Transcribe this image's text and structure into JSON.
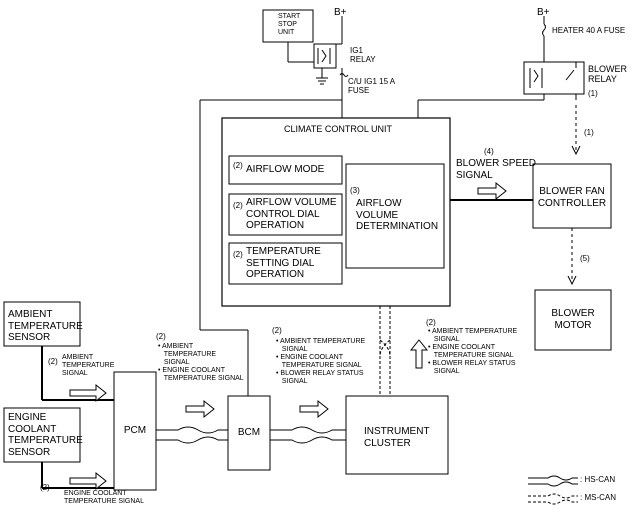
{
  "power": {
    "b_plus": "B+"
  },
  "start_stop_unit": "START\nSTOP\nUNIT",
  "ig1_relay": "IG1\nRELAY",
  "cu_fuse": "C/U IG1 15 A\nFUSE",
  "heater_fuse": "HEATER 40 A FUSE",
  "blower_relay": "BLOWER\nRELAY",
  "steps": {
    "one": "(1)",
    "two": "(2)",
    "three": "(3)",
    "four": "(4)",
    "five": "(5)"
  },
  "climate_control_unit": "CLIMATE CONTROL UNIT",
  "airflow_mode": "AIRFLOW MODE",
  "airflow_volume_dial": "AIRFLOW VOLUME\nCONTROL DIAL\nOPERATION",
  "temperature_dial": "TEMPERATURE\nSETTING DIAL\nOPERATION",
  "airflow_volume_determination": "AIRFLOW\nVOLUME\nDETERMINATION",
  "blower_speed_signal": "BLOWER SPEED\nSIGNAL",
  "blower_fan_controller": "BLOWER FAN\nCONTROLLER",
  "blower_motor": "BLOWER\nMOTOR",
  "ambient_sensor": "AMBIENT\nTEMPERATURE\nSENSOR",
  "ect_sensor": "ENGINE\nCOOLANT\nTEMPERATURE\nSENSOR",
  "ambient_signal": "AMBIENT\nTEMPERATURE\nSIGNAL",
  "ect_signal": "ENGINE COOLANT\nTEMPERATURE SIGNAL",
  "pcm": "PCM",
  "bcm": "BCM",
  "instrument_cluster": "INSTRUMENT\nCLUSTER",
  "pcm_bcm_signals": "• AMBIENT\n   TEMPERATURE\n   SIGNAL\n• ENGINE COOLANT\n   TEMPERATURE SIGNAL",
  "bcm_ic_signals": "• AMBIENT TEMPERATURE\n   SIGNAL\n• ENGINE COOLANT\n   TEMPERATURE SIGNAL\n• BLOWER RELAY STATUS\n   SIGNAL",
  "ic_ccu_signals": "• AMBIENT TEMPERATURE\n   SIGNAL\n• ENGINE COOLANT\n   TEMPERATURE SIGNAL\n• BLOWER RELAY STATUS\n   SIGNAL",
  "legend": {
    "hs_can": ": HS-CAN",
    "ms_can": ": MS-CAN"
  }
}
